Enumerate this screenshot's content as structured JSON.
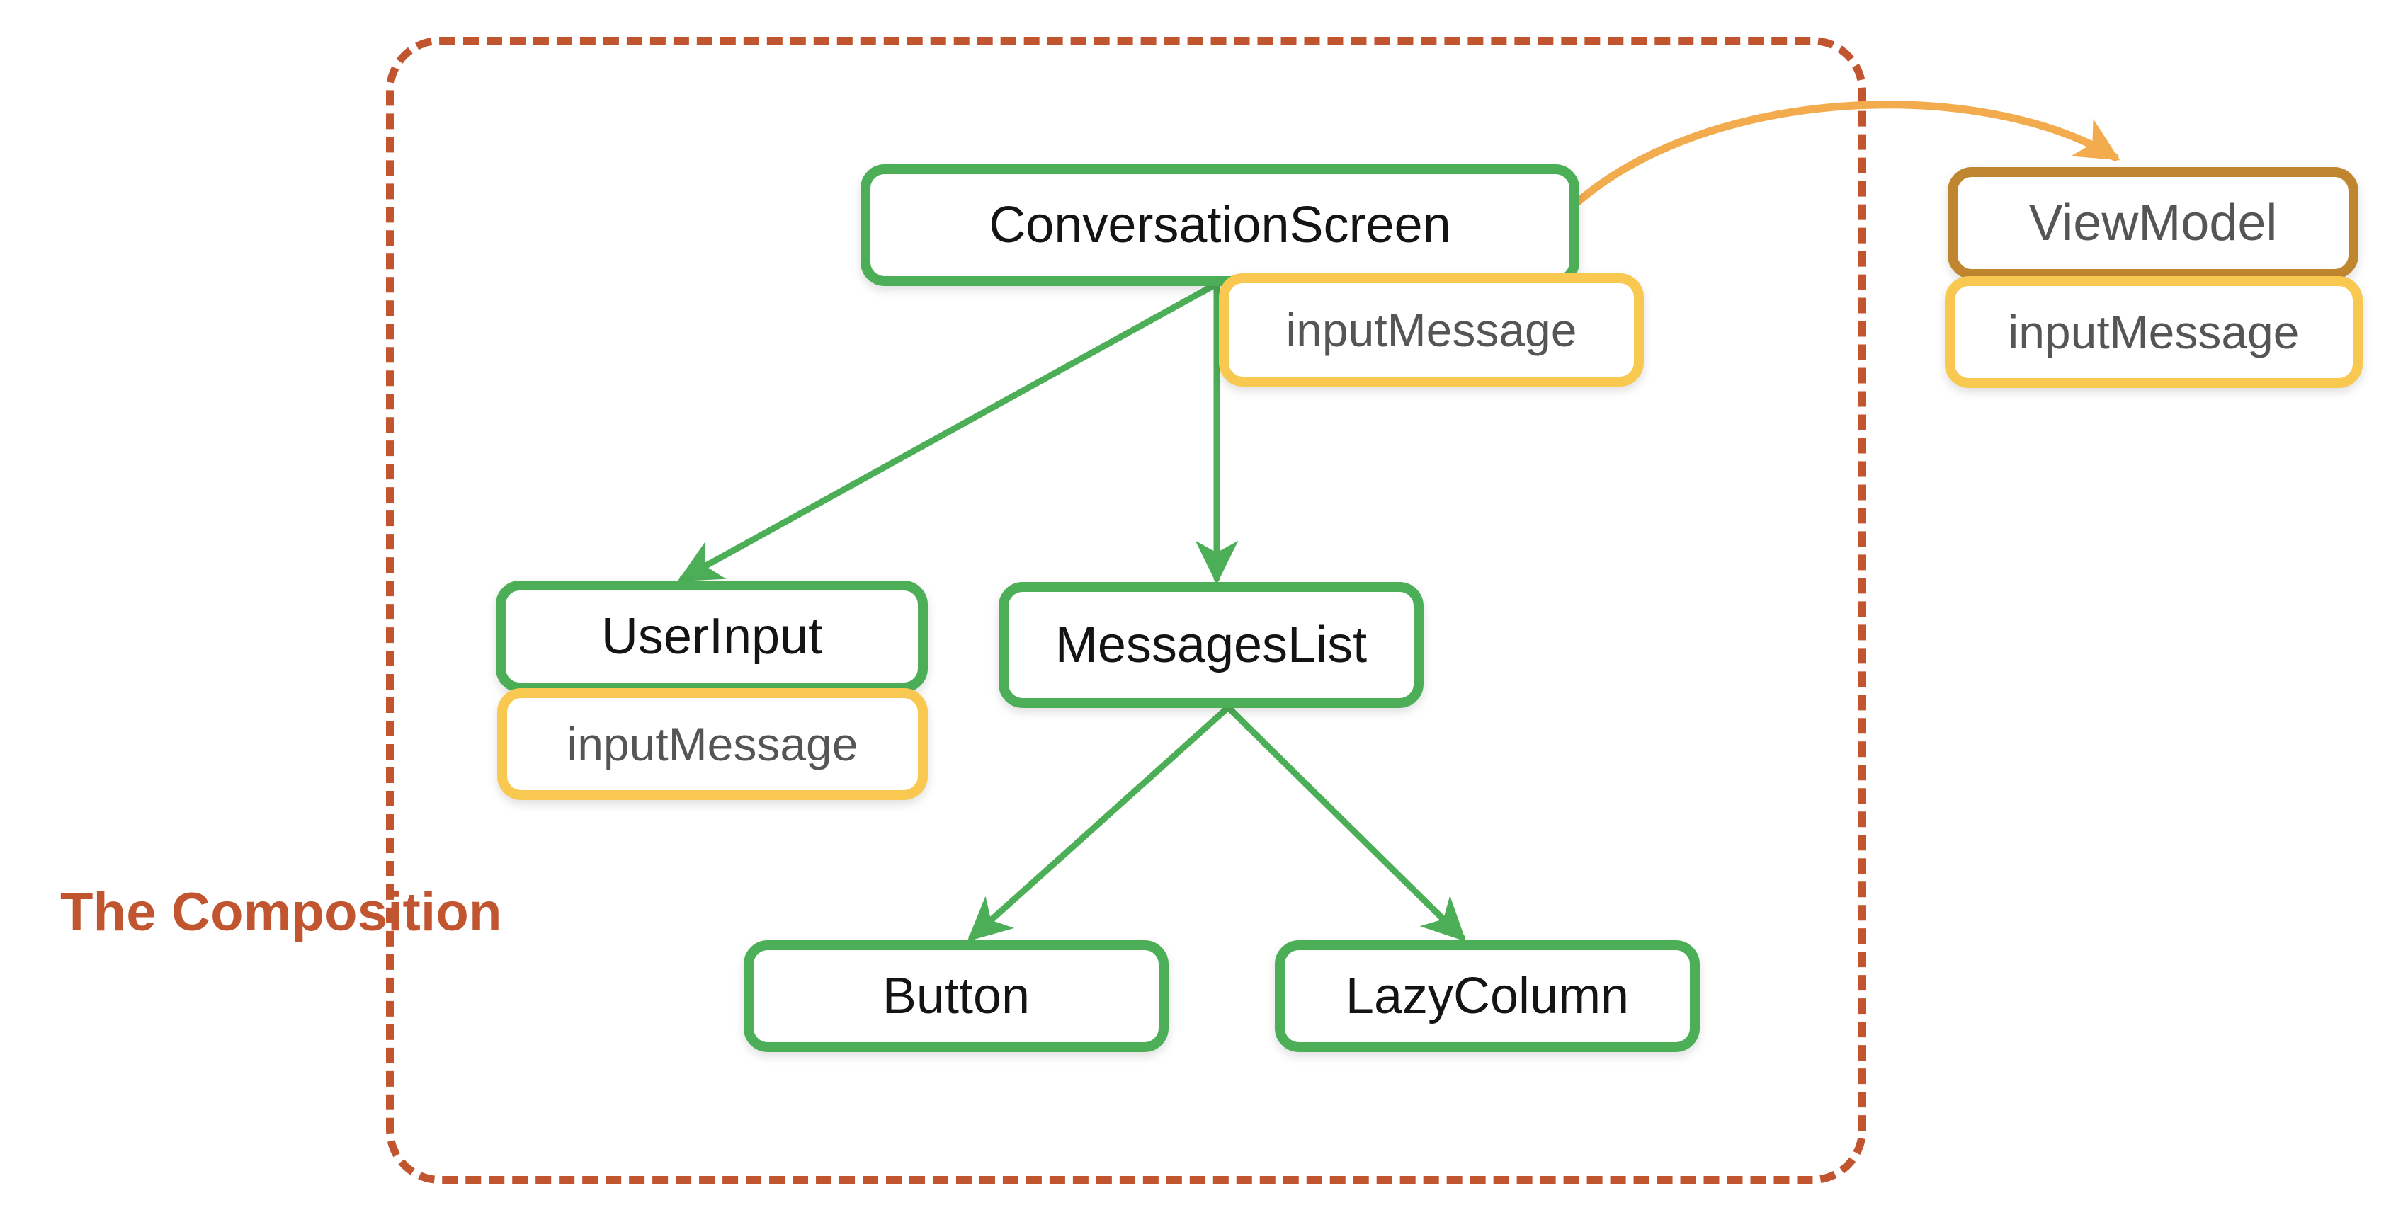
{
  "diagram": {
    "title_label": "The Composition",
    "colors": {
      "composable_border": "#4caf57",
      "state_border": "#f9c851",
      "viewmodel_border": "#c0862f",
      "boundary": "#c0552f",
      "event_arrow": "#f2ab4d"
    },
    "nodes": {
      "conversation_screen": "ConversationScreen",
      "conversation_screen_state": "inputMessage",
      "user_input": "UserInput",
      "user_input_state": "inputMessage",
      "messages_list": "MessagesList",
      "button": "Button",
      "lazy_column": "LazyColumn",
      "view_model": "ViewModel",
      "view_model_state": "inputMessage"
    }
  }
}
